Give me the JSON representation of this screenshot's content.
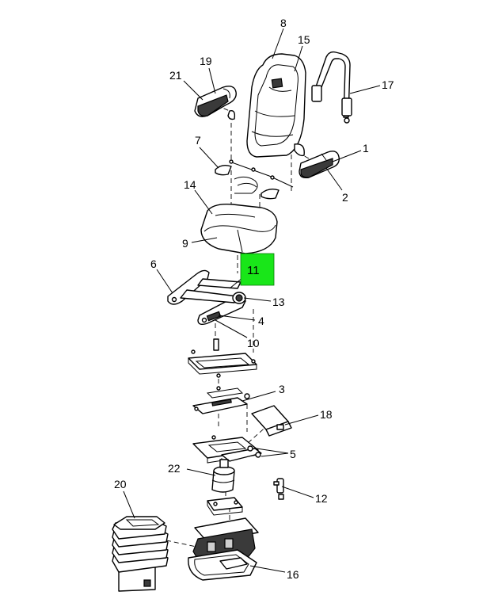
{
  "diagram": {
    "highlight_color": "#19e619",
    "callouts": {
      "c1": "1",
      "c2": "2",
      "c3": "3",
      "c4": "4",
      "c5": "5",
      "c6": "6",
      "c7": "7",
      "c8": "8",
      "c9": "9",
      "c10": "10",
      "c11": "11",
      "c12": "12",
      "c13": "13",
      "c14": "14",
      "c15": "15",
      "c16": "16",
      "c17": "17",
      "c18": "18",
      "c19": "19",
      "c20": "20",
      "c21": "21",
      "c22": "22"
    }
  }
}
